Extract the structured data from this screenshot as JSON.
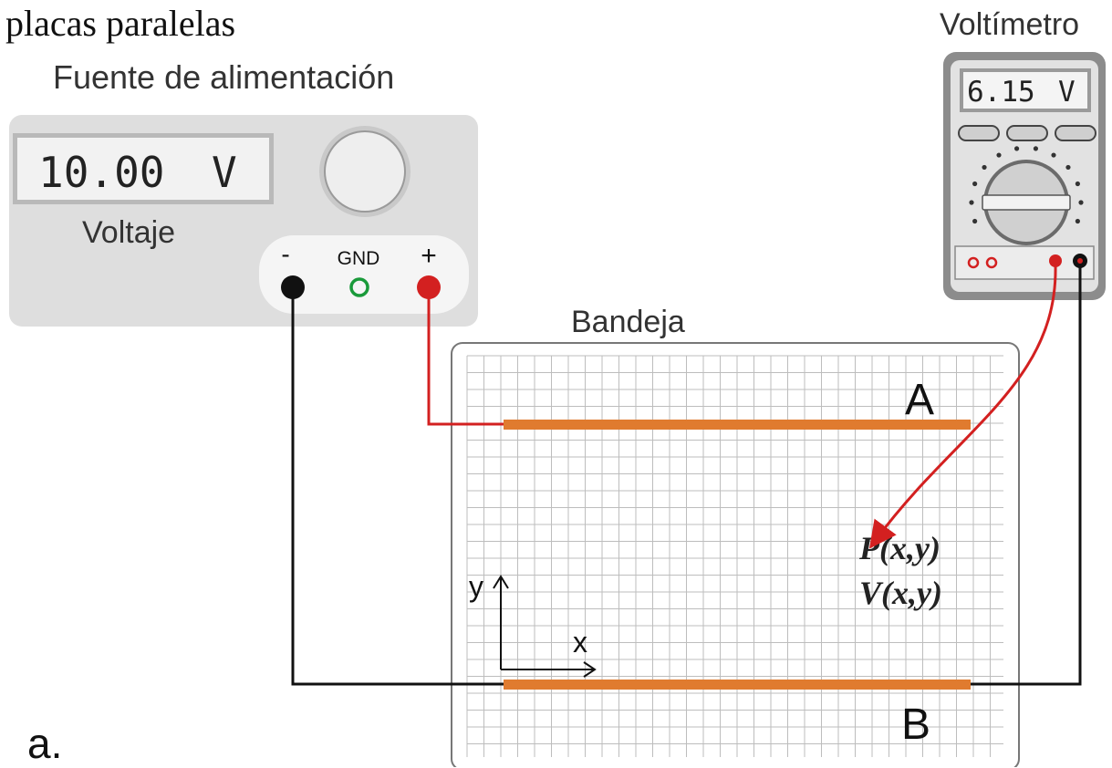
{
  "title": "placas paralelas",
  "power_supply": {
    "title": "Fuente de alimentación",
    "display_value": "10.00",
    "display_unit": "V",
    "display_label": "Voltaje",
    "terminals": {
      "negative": "-",
      "ground": "GND",
      "positive": "+"
    }
  },
  "voltmeter": {
    "title": "Voltímetro",
    "display_value": "6.15",
    "display_unit": "V"
  },
  "tray": {
    "title": "Bandeja",
    "plate_a": "A",
    "plate_b": "B",
    "probe_point": "P(x,y)",
    "probe_potential": "V(x,y)",
    "axis_x": "x",
    "axis_y": "y"
  },
  "figure_label": "a.",
  "colors": {
    "plate": "#e07b2f",
    "wire_positive": "#d32020",
    "wire_negative": "#111111",
    "panel": "#dedede",
    "grid": "#bdbdbd"
  }
}
